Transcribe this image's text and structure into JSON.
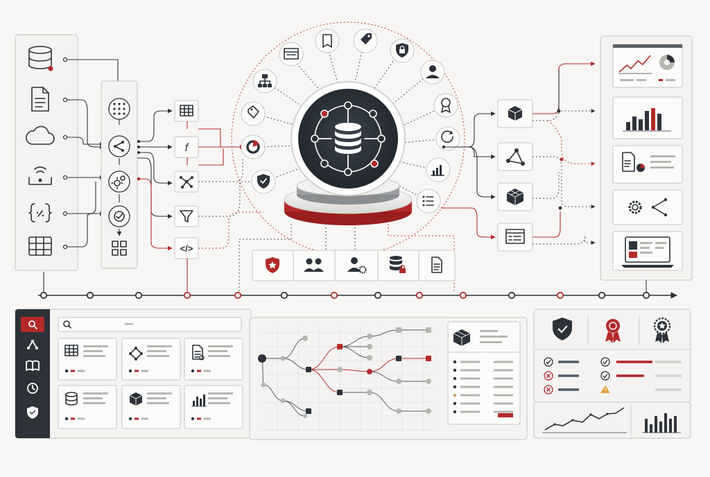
{
  "palette": {
    "dark": "#2c3238",
    "red": "#b42a2a",
    "gray": "#b7b5b2",
    "panel": "#f4f3f1",
    "background": "#f7f6f4"
  },
  "sources": [
    "database-icon",
    "document-icon",
    "cloud-icon",
    "wifi-device-icon",
    "code-braces-icon",
    "table-grid-icon"
  ],
  "processing": [
    "grid-dots-icon",
    "share-nodes-icon",
    "gears-icon",
    "check-circle-icon",
    "layout-blocks-icon"
  ],
  "transforms": [
    "table-icon",
    "function-icon",
    "network-icon",
    "filter-icon",
    "code-tag-icon"
  ],
  "transform_labels": {
    "function": "f",
    "code": "</>"
  },
  "hub": {
    "center": "database-hub-icon",
    "ring_icons": [
      "settings-panel-icon",
      "bookmark-icon",
      "tag-icon",
      "lock-icon",
      "hierarchy-icon",
      "user-icon",
      "price-tag-icon",
      "award-icon",
      "pie-chart-icon",
      "refresh-icon",
      "shield-check-icon",
      "bar-chart-icon",
      "list-icon"
    ]
  },
  "governance_tray": [
    "shield-star-icon",
    "users-icon",
    "user-settings-icon",
    "database-lock-icon",
    "document-icon"
  ],
  "outputs_mid": [
    "cube-icon",
    "nodes-icon",
    "cubes-icon",
    "window-list-icon"
  ],
  "dashboards": [
    "line-chart-dashboard",
    "bar-chart-dashboard",
    "report-pie-dashboard",
    "gear-share-dashboard",
    "laptop-dashboard"
  ],
  "catalog": {
    "nav": [
      "search-icon",
      "share-nodes-icon",
      "book-icon",
      "clock-icon",
      "shield-check-icon"
    ],
    "tiles": [
      "table-tile",
      "network-tile",
      "document-tile",
      "database-tile",
      "cube-tile",
      "bar-chart-tile"
    ]
  },
  "quality": {
    "badges": [
      "shield-check-icon",
      "award-ribbon-icon",
      "star-badge-icon"
    ],
    "left_checks": [
      "check",
      "cross",
      "cross"
    ],
    "right_checks": [
      "check",
      "check",
      "warning"
    ]
  }
}
